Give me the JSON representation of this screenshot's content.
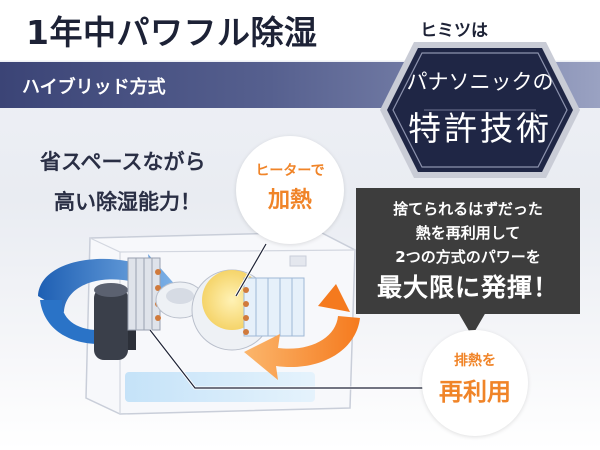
{
  "headline": "1年中パワフル除湿",
  "badge": {
    "lead": "ヒミツは",
    "line1": "パナソニックの",
    "line2": "特許技術"
  },
  "band": {
    "label": "ハイブリッド方式"
  },
  "subcopy": {
    "line1": "省スペースながら",
    "line2": "高い除湿能力！"
  },
  "heater": {
    "line1": "ヒーターで",
    "line2": "加熱"
  },
  "callout": {
    "line1": "捨てられるはずだった",
    "line2": "熱を再利用して",
    "line3": "2つの方式のパワーを",
    "line4": "最大限に発揮！"
  },
  "reuse": {
    "line1": "排熱を",
    "line2": "再利用"
  },
  "colors": {
    "navy": "#1d2236",
    "band": "#3b4476",
    "accent_orange": "#f08428",
    "callout_bg": "#3d3d3d",
    "arrow_blue": "#2a73c7"
  }
}
